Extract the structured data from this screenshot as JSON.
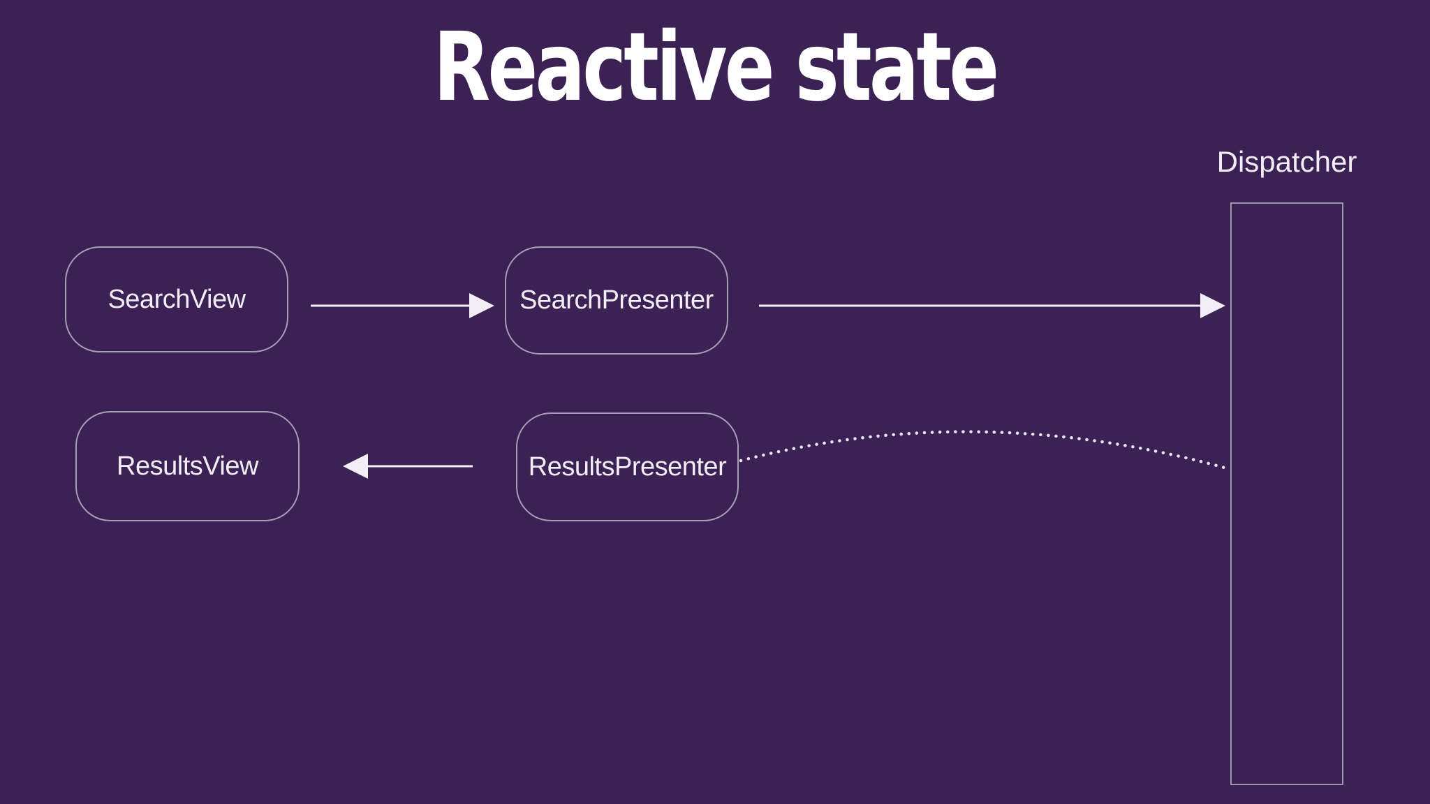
{
  "slide": {
    "title": "Reactive state"
  },
  "colors": {
    "background": "#3b2154",
    "title_text": "#ffffff",
    "node_border": "#a79fb6",
    "node_text": "#f2eef6",
    "dispatcher_border": "#9e97ab",
    "arrow": "#f2eef6"
  },
  "diagram": {
    "nodes": [
      {
        "id": "search-view",
        "label": "SearchView"
      },
      {
        "id": "search-presenter",
        "label": "SearchPresenter"
      },
      {
        "id": "results-view",
        "label": "ResultsView"
      },
      {
        "id": "results-presenter",
        "label": "ResultsPresenter"
      }
    ],
    "dispatcher": {
      "label": "Dispatcher"
    },
    "edges": [
      {
        "from": "search-view",
        "to": "search-presenter",
        "style": "solid-arrow"
      },
      {
        "from": "search-presenter",
        "to": "dispatcher",
        "style": "solid-arrow"
      },
      {
        "from": "results-presenter",
        "to": "results-view",
        "style": "solid-arrow"
      },
      {
        "from": "dispatcher",
        "to": "results-presenter",
        "style": "dotted-curve"
      }
    ]
  }
}
